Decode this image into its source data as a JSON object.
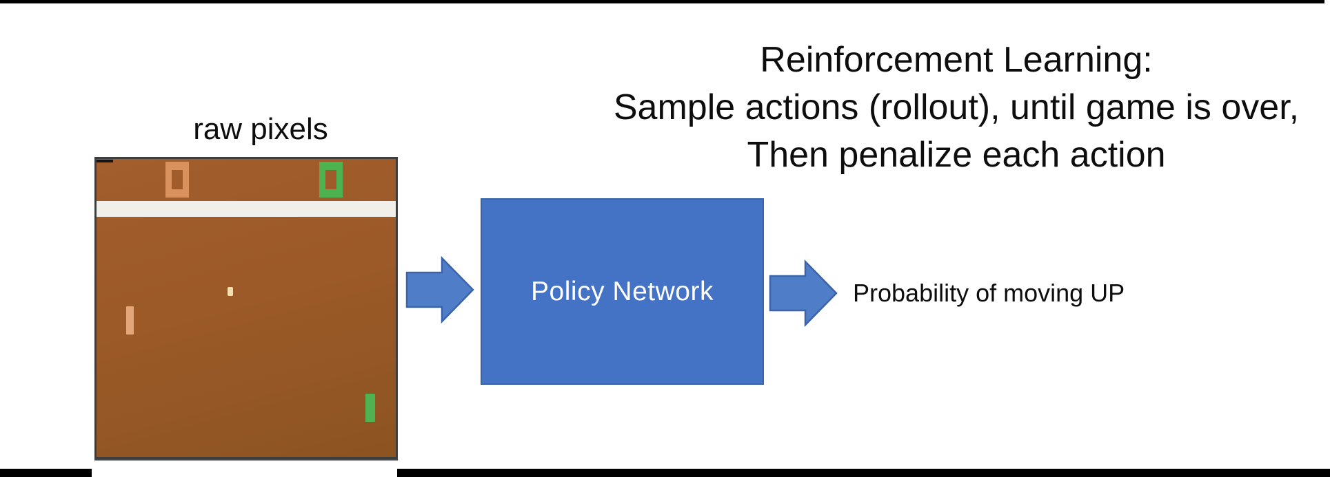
{
  "slide": {
    "title_lines": [
      "Reinforcement Learning:",
      "Sample actions (rollout), until game is over,",
      "Then penalize each action"
    ]
  },
  "pong": {
    "label": "raw pixels",
    "left_score": "0",
    "right_score": "0",
    "colors": {
      "field_brown": "#9C5A28",
      "frame_border": "#3E3E3E",
      "stripe_white": "#F0EFEA",
      "left_player_orange": "#D9915E",
      "right_player_green": "#4DB250",
      "left_paddle_orange": "#E3A679",
      "right_paddle_green": "#4FB352",
      "ball_cream": "#F4E0B1"
    }
  },
  "policy_box": {
    "label": "Policy Network",
    "fill": "#4472C4",
    "border": "#3A63A9",
    "text_color": "#FFFFFF"
  },
  "output": {
    "label": "Probability of moving UP"
  },
  "arrows": {
    "fill": "#4F7DC7",
    "stroke": "#3A63A9"
  }
}
